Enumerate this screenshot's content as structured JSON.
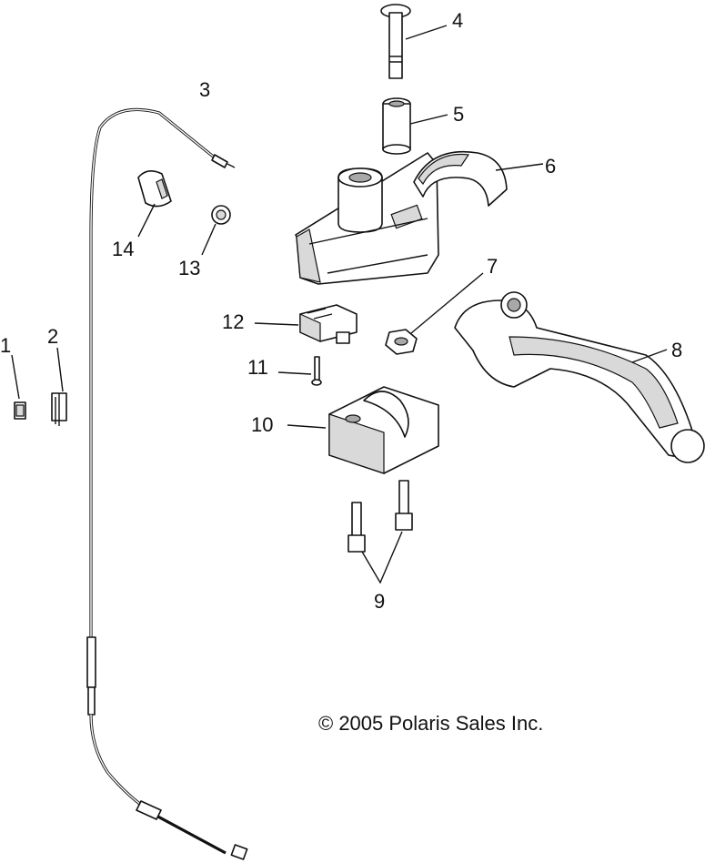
{
  "diagram": {
    "copyright": "© 2005 Polaris Sales Inc.",
    "callouts": [
      {
        "id": "1",
        "label": "1"
      },
      {
        "id": "2",
        "label": "2"
      },
      {
        "id": "3",
        "label": "3"
      },
      {
        "id": "4",
        "label": "4"
      },
      {
        "id": "5",
        "label": "5"
      },
      {
        "id": "6",
        "label": "6"
      },
      {
        "id": "7",
        "label": "7"
      },
      {
        "id": "8",
        "label": "8"
      },
      {
        "id": "9",
        "label": "9"
      },
      {
        "id": "10",
        "label": "10"
      },
      {
        "id": "11",
        "label": "11"
      },
      {
        "id": "12",
        "label": "12"
      },
      {
        "id": "13",
        "label": "13"
      },
      {
        "id": "14",
        "label": "14"
      }
    ]
  }
}
